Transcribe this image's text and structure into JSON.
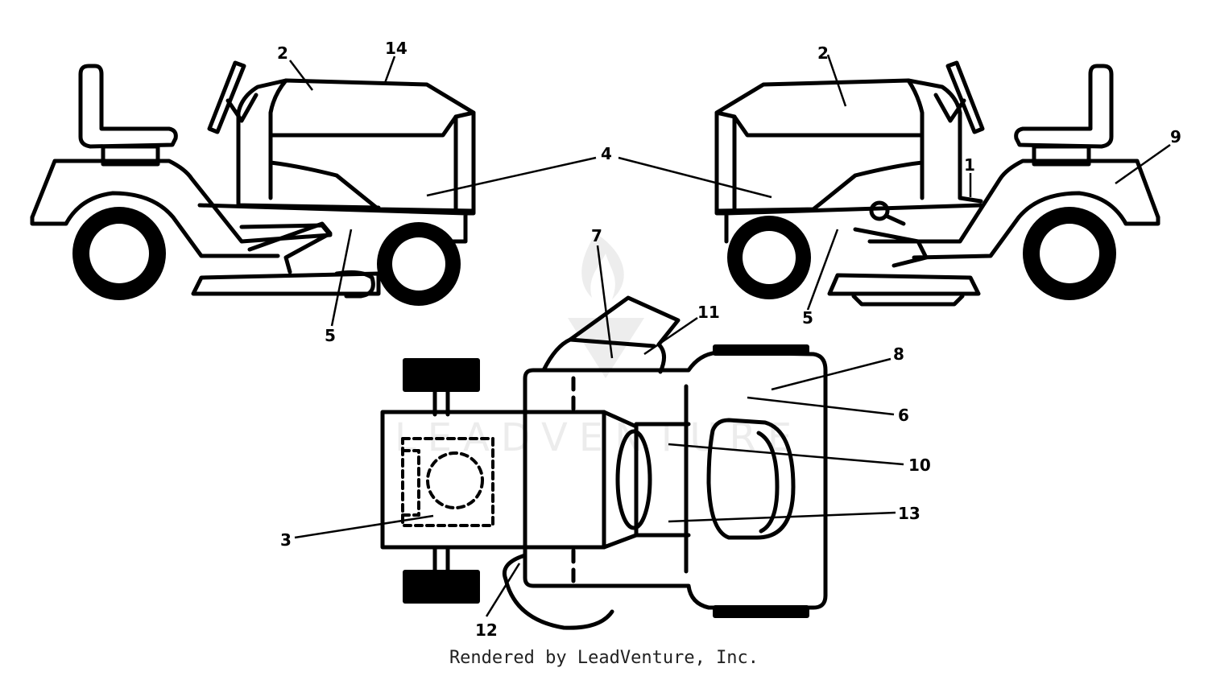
{
  "watermark": {
    "text": "LEADVENTURE"
  },
  "footer": {
    "text": "Rendered by LeadVenture, Inc."
  },
  "callouts": {
    "c1": "1",
    "c2a": "2",
    "c2b": "2",
    "c3": "3",
    "c4": "4",
    "c5a": "5",
    "c5b": "5",
    "c6": "6",
    "c7": "7",
    "c8": "8",
    "c9": "9",
    "c10": "10",
    "c11": "11",
    "c12": "12",
    "c13": "13",
    "c14": "14"
  }
}
